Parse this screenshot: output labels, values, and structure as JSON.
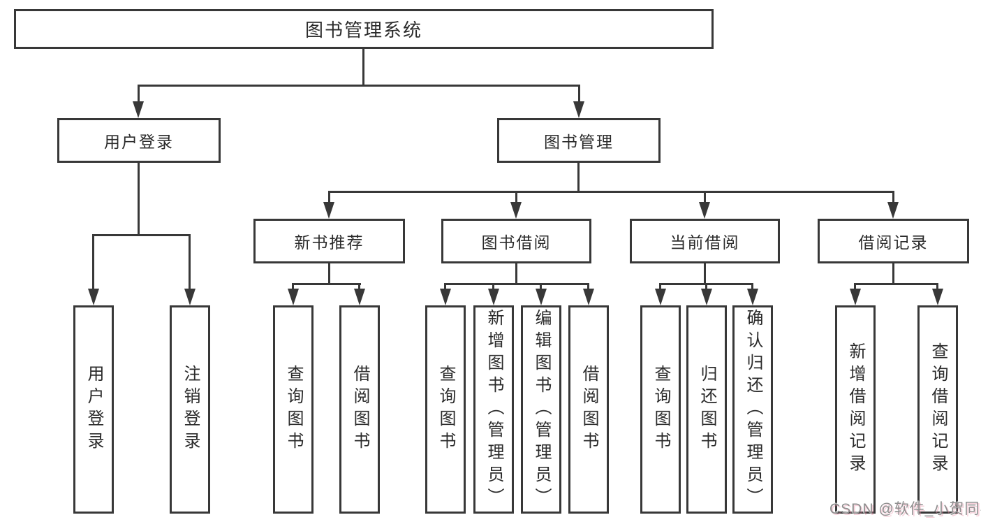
{
  "tree": {
    "root": {
      "label": "图书管理系统"
    },
    "level2": [
      {
        "label": "用户登录",
        "children": [
          {
            "label": "用户登录"
          },
          {
            "label": "注销登录"
          }
        ]
      },
      {
        "label": "图书管理",
        "children": [
          {
            "label": "新书推荐",
            "children": [
              {
                "label": "查询图书"
              },
              {
                "label": "借阅图书"
              }
            ]
          },
          {
            "label": "图书借阅",
            "children": [
              {
                "label": "查询图书"
              },
              {
                "label": "新增图书（管理员）"
              },
              {
                "label": "编辑图书（管理员）"
              },
              {
                "label": "借阅图书"
              }
            ]
          },
          {
            "label": "当前借阅",
            "children": [
              {
                "label": "查询图书"
              },
              {
                "label": "归还图书"
              },
              {
                "label": "确认归还（管理员）"
              }
            ]
          },
          {
            "label": "借阅记录",
            "children": [
              {
                "label": "新增借阅记录"
              },
              {
                "label": "查询借阅记录"
              }
            ]
          }
        ]
      }
    ]
  },
  "watermark": {
    "text": "CSDN @软件_小贺同学"
  },
  "colors": {
    "line": "#383838",
    "text": "#2b2b2b",
    "background": "#ffffff",
    "watermark": "#8e8e8e"
  }
}
